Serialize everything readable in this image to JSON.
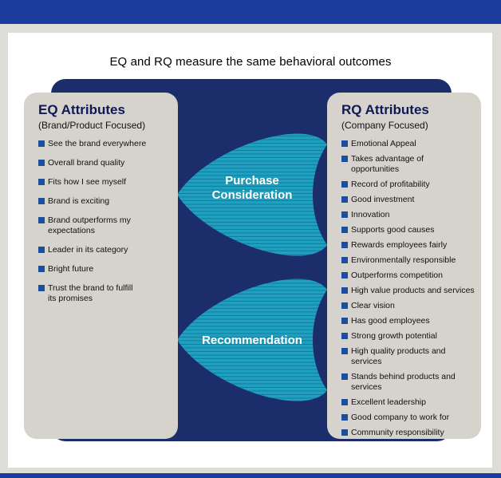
{
  "title": "EQ and RQ measure the same behavioral outcomes",
  "eq": {
    "title": "EQ Attributes",
    "subtitle": "(Brand/Product Focused)",
    "items": [
      [
        "See the brand everywhere"
      ],
      [
        "Overall brand quality"
      ],
      [
        "Fits how I see myself"
      ],
      [
        "Brand is exciting"
      ],
      [
        "Brand outperforms my",
        "expectations"
      ],
      [
        "Leader in its category"
      ],
      [
        "Bright future"
      ],
      [
        "Trust the brand to fulfill",
        "its promises"
      ]
    ]
  },
  "rq": {
    "title": "RQ Attributes",
    "subtitle": "(Company Focused)",
    "items": [
      [
        "Emotional Appeal"
      ],
      [
        "Takes advantage of",
        "opportunities"
      ],
      [
        "Record of profitability"
      ],
      [
        "Good investment"
      ],
      [
        "Innovation"
      ],
      [
        "Supports good causes"
      ],
      [
        "Rewards employees fairly"
      ],
      [
        "Environmentally responsible"
      ],
      [
        "Outperforms competition"
      ],
      [
        "High value products and services"
      ],
      [
        "Clear vision"
      ],
      [
        "Has good employees"
      ],
      [
        "Strong growth potential"
      ],
      [
        "High quality products and services"
      ],
      [
        "Stands behind products and",
        "services"
      ],
      [
        "Excellent leadership"
      ],
      [
        "Good company to work for"
      ],
      [
        "Community responsibility"
      ]
    ]
  },
  "outcomes": {
    "first": [
      "Purchase",
      "Consideration"
    ],
    "second": [
      "Recommendation"
    ]
  },
  "colors": {
    "navy": "#1c2d6b",
    "lens": "#1fa0c0",
    "panel": "#d6d2cc",
    "bullet": "#1a4fa0",
    "bar": "#1b3c9e"
  }
}
